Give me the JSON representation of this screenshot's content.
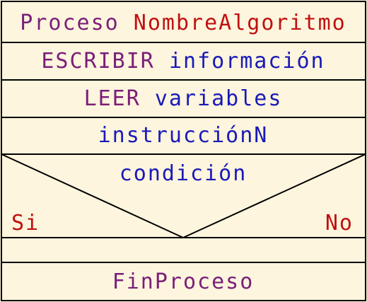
{
  "colors": {
    "background": "#FDF5DD",
    "outline": "#000000",
    "keyword": "#7A1E7A",
    "name": "#C01010",
    "text": "#1A1AB8",
    "branch": "#C01010"
  },
  "header": {
    "keyword": "Proceso",
    "name": "NombreAlgoritmo"
  },
  "write_block": {
    "keyword": "ESCRIBIR",
    "text": "información"
  },
  "read_block": {
    "keyword": "LEER",
    "text": "variables"
  },
  "instruction_block": {
    "text": "instrucciónN"
  },
  "decision_block": {
    "condition": "condición",
    "yes_label": "Si",
    "no_label": "No"
  },
  "footer": {
    "keyword": "FinProceso"
  }
}
